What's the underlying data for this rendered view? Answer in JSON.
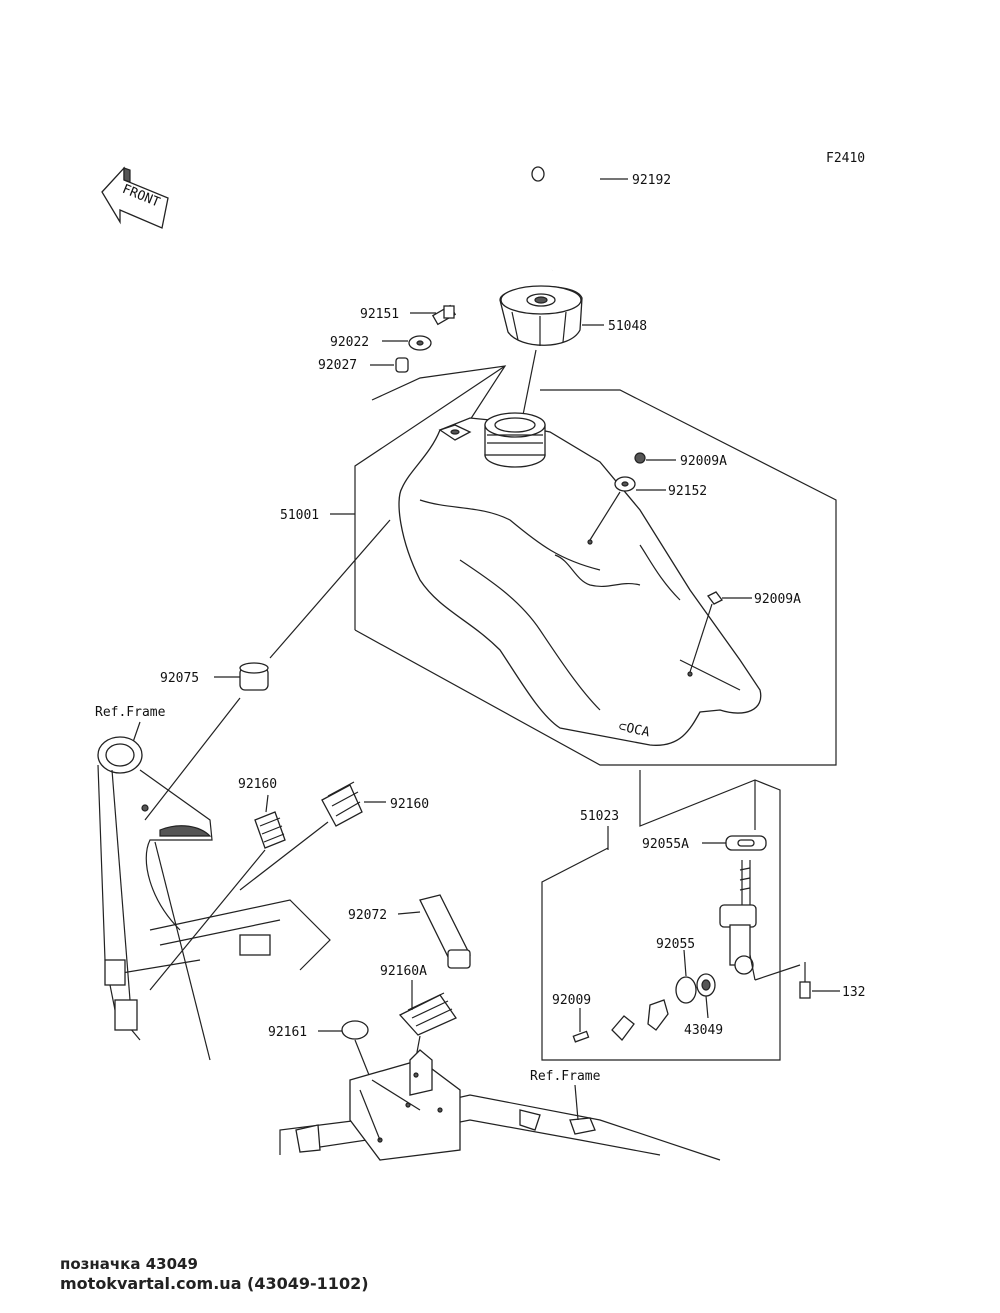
{
  "diagram": {
    "code": "F2410",
    "front_label": "FRONT",
    "ref_frame_left": "Ref.Frame",
    "ref_frame_right": "Ref.Frame",
    "parts": {
      "p92192": "92192",
      "p51048": "51048",
      "p92151": "92151",
      "p92022": "92022",
      "p92027": "92027",
      "p92009A_top": "92009A",
      "p92152": "92152",
      "p51001": "51001",
      "p92009A_mid": "92009A",
      "p92075": "92075",
      "p92160_left": "92160",
      "p92160_right": "92160",
      "p51023": "51023",
      "p92055A": "92055A",
      "p92072": "92072",
      "p92055": "92055",
      "p92160A": "92160A",
      "p132": "132",
      "p92009": "92009",
      "p43049": "43049",
      "p92161": "92161"
    }
  },
  "footer": {
    "line1": "позначка 43049",
    "line2": "motokvartal.com.ua (43049-1102)"
  }
}
